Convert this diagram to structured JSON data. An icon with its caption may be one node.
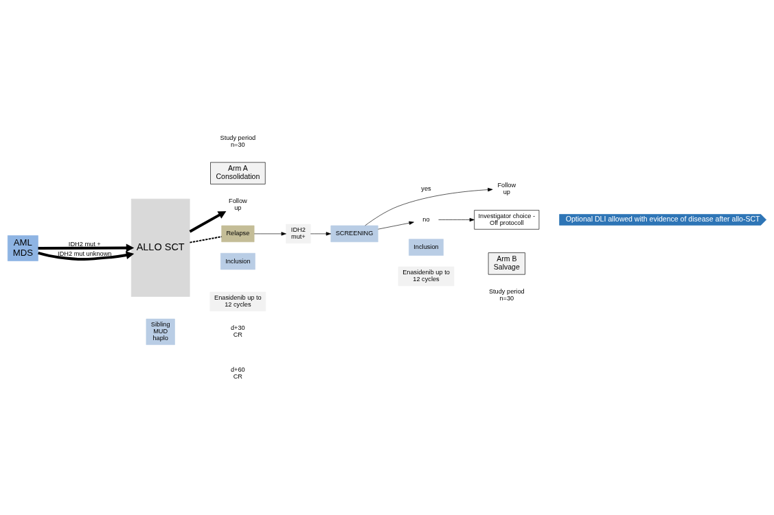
{
  "diagram": {
    "nodes": [
      {
        "text": [
          "AML MDS"
        ]
      },
      {
        "text": [
          "ALLO SCT"
        ]
      },
      {
        "text": [
          "Sibling MUD haplo"
        ]
      },
      {
        "text": [
          "Follow up"
        ]
      },
      {
        "text": [
          "Relapse"
        ]
      },
      {
        "text": [
          "IDH2 mut+"
        ]
      },
      {
        "text": [
          "SCREENING"
        ]
      },
      {
        "text": [
          "Follow up"
        ]
      },
      {
        "text": [
          "no"
        ]
      },
      {
        "text": [
          "Investigator choice - Off protocoll"
        ]
      },
      {
        "text": [
          "Inclusion"
        ]
      },
      {
        "text": [
          "Enasidenib up to 12 cycles"
        ]
      },
      {
        "text": [
          "Arm A Consolidation"
        ]
      },
      {
        "text": [
          "Inclusion"
        ]
      },
      {
        "text": [
          "Enasidenib up to 12 cycles"
        ]
      },
      {
        "text": [
          "Arm B Salvage"
        ]
      },
      {
        "text": [
          "Optional DLI allowed with evidence of disease after allo-SCT"
        ]
      }
    ],
    "edges": [
      {
        "from": 0,
        "to": 1,
        "arrow": "to",
        "label": "IDH2 mut +",
        "style": "thick"
      },
      {
        "from": 0,
        "to": 1,
        "arrow": "to",
        "label": "IDH2 mut unknown",
        "style": "thick"
      },
      {
        "from": 1,
        "to": 3,
        "arrow": "to",
        "style": "thick"
      },
      {
        "from": 1,
        "to": 4,
        "arrow": "none",
        "style": "dashed"
      },
      {
        "from": 4,
        "to": 5,
        "arrow": "to"
      },
      {
        "from": 5,
        "to": 6,
        "arrow": "to"
      },
      {
        "from": 6,
        "to": 7,
        "arrow": "to",
        "label": "yes"
      },
      {
        "from": 6,
        "to": 8,
        "arrow": "to"
      },
      {
        "from": 8,
        "to": 9,
        "arrow": "to"
      }
    ],
    "labels": [
      "d+30 CR",
      "d+60 CR",
      "Study period n=30",
      "Study period n=30"
    ]
  }
}
